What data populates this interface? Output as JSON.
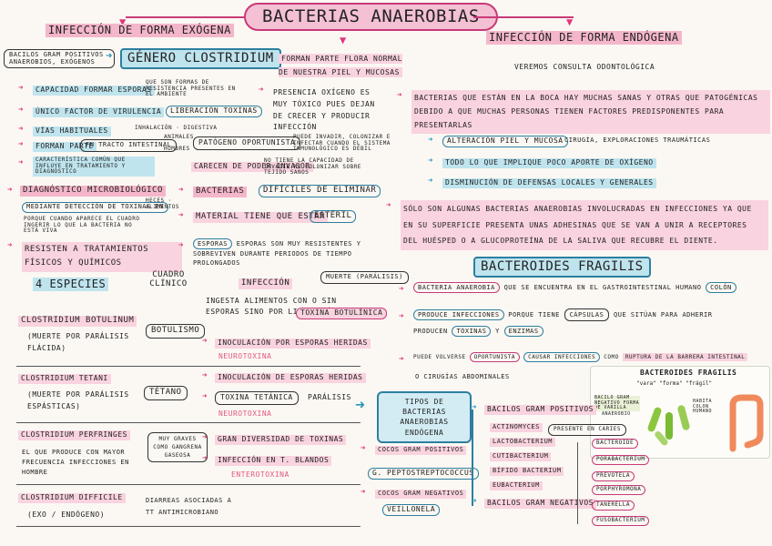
{
  "title": "Bacterias anaerobias",
  "exogena": {
    "heading": "Infección de forma exógena",
    "bacilos_note": "Bacilos gram positivos anaerobios, exógenos",
    "genero": "Género Clostridium",
    "items": [
      {
        "text": "Capacidad formar esporas",
        "note": "Que son formas de resistencia presentes en el ambiente"
      },
      {
        "text": "Único factor de virulencia",
        "box": "Liberación toxinas"
      },
      {
        "text": "Vías habituales",
        "note": "Inhalación · Digestiva"
      },
      {
        "text": "Forman parte",
        "box": "FN tracto intestinal",
        "note": "Animales · Hombres"
      },
      {
        "text": "Característica común que influye en tratamiento y diagnóstico"
      }
    ],
    "patogeno": "Patógeno oportunista",
    "patogeno_note": "Puede invadir, colonizar e infectar cuando el sistema inmunológico es débil",
    "carecen": "Carecen de poder invasor",
    "carecen_note": "No tiene la capacidad de invadir ni colonizar sobre tejido sanos",
    "diagnostico": "Diagnóstico microbiológico",
    "diag_sub": "Mediante detección de toxinas en",
    "diag_sub_note": "Heces · Alimentos",
    "diag_note2": "Porque cuando aparece el cuadro ingerir lo que la bacteria no está viva",
    "bacterias": "Bacterias",
    "dificiles": "Difíciles de eliminar",
    "material": "Material tiene que estar",
    "esteril": "estéril",
    "resisten": "Resisten a tratamientos físicos y químicos",
    "esporas": "Esporas son muy resistentes y sobreviven durante periodos de tiempo prolongados"
  },
  "especies": {
    "heading": "4 especies",
    "col_cuadro": "Cuadro clínico",
    "col_infeccion": "Infección",
    "muerte_paralisis": "Muerte (parálisis)",
    "ingesta": "Ingesta alimentos con o sin esporas sino por liberación de",
    "toxina_botulinica": "Toxina Botulínica",
    "rows": [
      {
        "name": "Clostridium Botulinum",
        "sub": "(Muerte por parálisis flácida)",
        "cuadro": "Botulismo",
        "inf": "Inoculación por esporas heridas",
        "tox": "Neurotoxina"
      },
      {
        "name": "Clostridium Tetani",
        "sub": "(Muerte por parálisis espásticas)",
        "cuadro": "Tétano",
        "inf": "Inoculación de esporas heridas",
        "inf2": "Toxina tetánica",
        "inf2b": "parálisis",
        "tox": "Neurotoxina"
      },
      {
        "name": "Clostridium Perfringes",
        "sub": "El que produce con mayor frecuencia infecciones en hombre",
        "cuadro": "Muy graves como gangrena gaseosa",
        "inf": "Gran diversidad de toxinas",
        "inf2": "Infección en T. blandos",
        "tox": "Enterotoxina"
      },
      {
        "name": "Clostridium Difficile",
        "sub": "(exo / endógeno)",
        "cuadro": "Diarreas asociadas a tt antimicrobiano"
      }
    ]
  },
  "center": {
    "flora": "Forman parte flora normal de nuestra piel y mucosas",
    "presencia": "Presencia oxígeno es muy tóxico pues dejan de crecer y producir infección"
  },
  "endogena": {
    "heading": "Infección de forma endógena",
    "sub": "Veremos consulta odontológica",
    "boca": "Bacterias que están en la boca hay muchas sanas y otras que patogénicas debido a que muchas personas tienen factores predisponentes para presentarlas",
    "list": [
      {
        "text": "Alteración piel y mucosa",
        "note": "cirugía, exploraciones traumáticas"
      },
      {
        "text": "Todo lo que implique poco aporte de oxígeno"
      },
      {
        "text": "Disminución de defensas locales y generales"
      }
    ],
    "solo": "Sólo son algunas bacterias anaerobias involucradas en infecciones ya que en su superficie presenta unas adhesinas que se van a unir a receptores del huésped o a glucoproteína de la saliva que recubre el diente."
  },
  "fragilis": {
    "heading": "Bacteroides Fragilis",
    "l1a": "Bacteria anaerobia",
    "l1b": "que se encuentra en el gastrointestinal humano",
    "l1c": "Colón",
    "l2a": "Produce infecciones",
    "l2b": "porque tiene",
    "l2c": "Cápsulas",
    "l2d": "que sitúan para adherir",
    "l2e": "Producen",
    "l2f": "Toxinas",
    "l2g": "y",
    "l2h": "Enzimas",
    "l3a": "Puede volverse",
    "l3b": "oportunista",
    "l3c": "causar infecciones",
    "l3d": "como",
    "l3e": "ruptura de la barrera intestinal",
    "l3f": "o cirugías abdominales",
    "ill_title": "Bacteroides Fragilis",
    "ill_words": "\"vara\" \"forma\" \"frágil\"",
    "ill_l1": "Bacilo gram negativo forma de varilla",
    "ill_l2": "Anaerobio",
    "ill_l3": "Habita colon humano"
  },
  "tipos": {
    "heading": "Tipos de bacterias anaerobias endógena",
    "left": [
      "Cocos gram positivos",
      "G. Peptostreptococcus",
      "Cocos gram negativos",
      "Veillonela"
    ],
    "pos_head": "Bacilos gram positivos",
    "pos": [
      "Actinomyces",
      "Lactobacterium",
      "Cutibacterium",
      "Bífido bacterium",
      "Eubacterium"
    ],
    "pos_note": "Presente en caries",
    "neg_head": "Bacilos gram negativos",
    "neg": [
      "Bacteroide",
      "Porabacterium",
      "Prevotela",
      "Porphyromona",
      "Tanerella",
      "Fusobacterium"
    ]
  }
}
